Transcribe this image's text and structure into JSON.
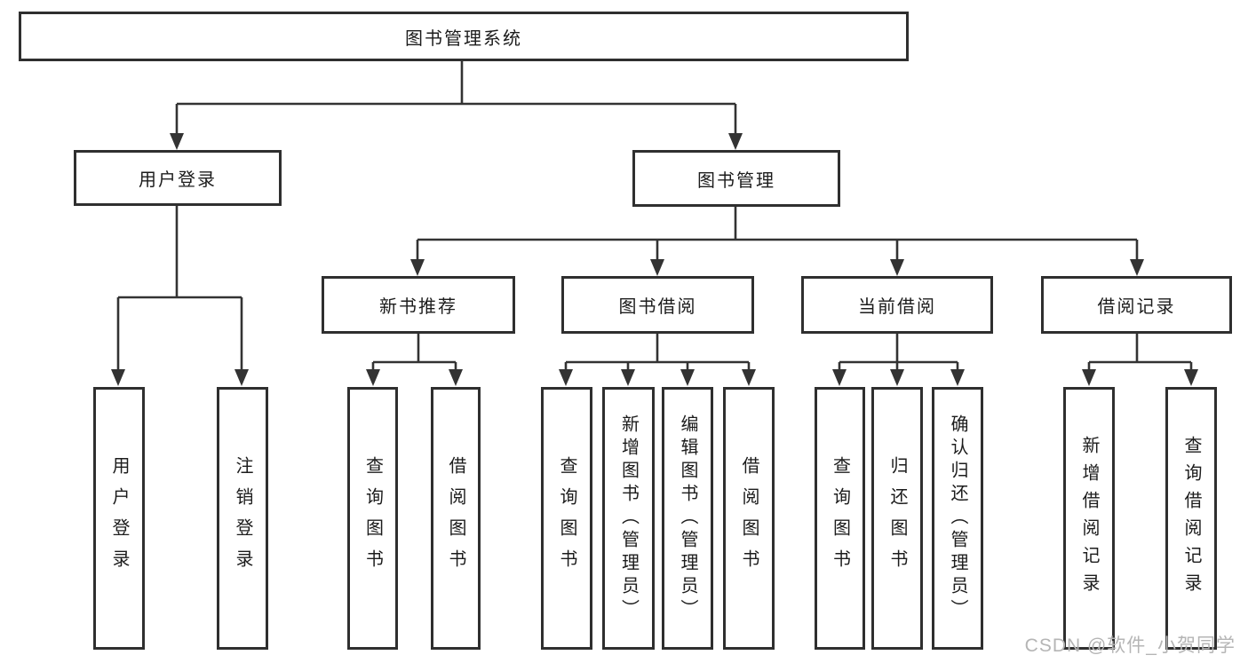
{
  "diagram_title": "图书管理系统",
  "watermark": "CSDN @软件_小贺同学",
  "colors": {
    "line": "#333333",
    "border": "#2f2f2f",
    "text": "#1c1c1c",
    "watermark": "#b5b5b5",
    "background": "#ffffff"
  },
  "tree": {
    "root": {
      "label": "图书管理系统"
    },
    "branches": [
      {
        "label": "用户登录",
        "children": [
          {
            "label": "用户登录"
          },
          {
            "label": "注销登录"
          }
        ]
      },
      {
        "label": "图书管理",
        "children": [
          {
            "label": "新书推荐",
            "children": [
              {
                "label": "查询图书"
              },
              {
                "label": "借阅图书"
              }
            ]
          },
          {
            "label": "图书借阅",
            "children": [
              {
                "label": "查询图书"
              },
              {
                "label": "新增图书（管理员）"
              },
              {
                "label": "编辑图书（管理员）"
              },
              {
                "label": "借阅图书"
              }
            ]
          },
          {
            "label": "当前借阅",
            "children": [
              {
                "label": "查询图书"
              },
              {
                "label": "归还图书"
              },
              {
                "label": "确认归还（管理员）"
              }
            ]
          },
          {
            "label": "借阅记录",
            "children": [
              {
                "label": "新增借阅记录"
              },
              {
                "label": "查询借阅记录"
              }
            ]
          }
        ]
      }
    ]
  }
}
